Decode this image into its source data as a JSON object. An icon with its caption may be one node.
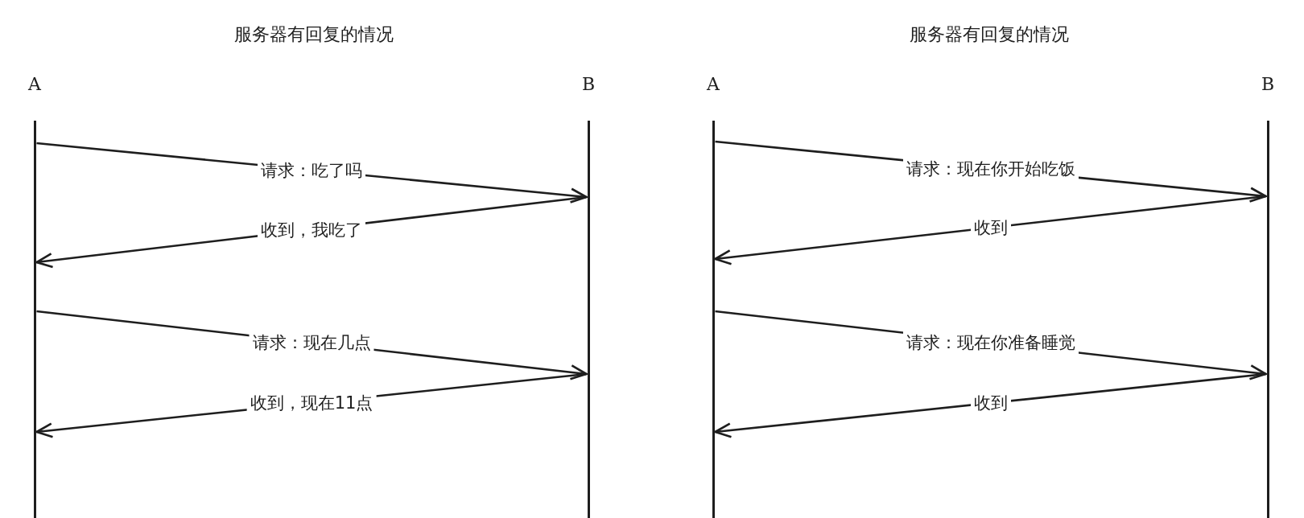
{
  "diagram": {
    "nodes": [
      {
        "text": [
          "A"
        ]
      },
      {
        "text": [
          "B"
        ]
      },
      {
        "text": [
          "A"
        ]
      },
      {
        "text": [
          "B"
        ]
      }
    ],
    "edges": [
      {
        "from": 0,
        "to": 1,
        "arrow": "to",
        "label": "请求：吃了吗"
      },
      {
        "from": 1,
        "to": 0,
        "arrow": "to",
        "label": "收到，我吃了"
      },
      {
        "from": 0,
        "to": 1,
        "arrow": "to",
        "label": "请求：现在几点"
      },
      {
        "from": 1,
        "to": 0,
        "arrow": "to",
        "label": "收到，现在11点"
      },
      {
        "from": 2,
        "to": 3,
        "arrow": "to",
        "label": "请求：现在你开始吃饭"
      },
      {
        "from": 3,
        "to": 2,
        "arrow": "to",
        "label": "收到"
      },
      {
        "from": 2,
        "to": 3,
        "arrow": "to",
        "label": "请求：现在你准备睡觉"
      },
      {
        "from": 3,
        "to": 2,
        "arrow": "to",
        "label": "收到"
      }
    ],
    "labels": [
      "服务器有回复的情况",
      "服务器有回复的情况"
    ]
  }
}
